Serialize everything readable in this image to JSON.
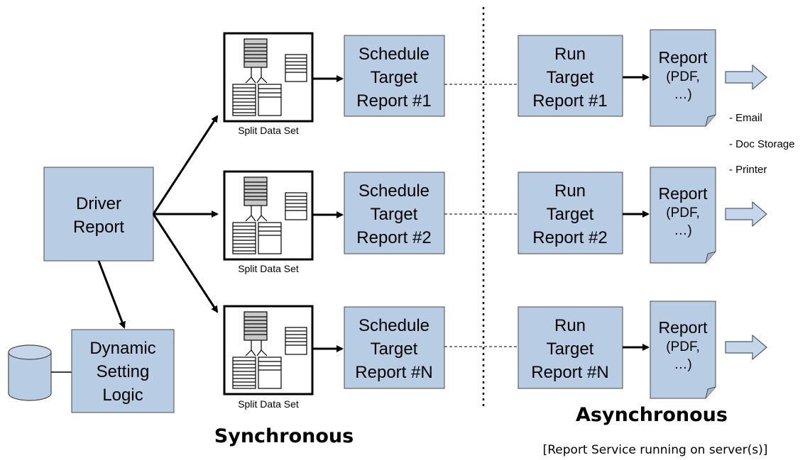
{
  "driver": {
    "line1": "Driver",
    "line2": "Report"
  },
  "dynamic": {
    "line1": "Dynamic",
    "line2": "Setting",
    "line3": "Logic"
  },
  "split_label": "Split Data Set",
  "rows": [
    {
      "schedule": [
        "Schedule",
        "Target",
        "Report #1"
      ],
      "run": [
        "Run",
        "Target",
        "Report #1"
      ]
    },
    {
      "schedule": [
        "Schedule",
        "Target",
        "Report #2"
      ],
      "run": [
        "Run",
        "Target",
        "Report #2"
      ]
    },
    {
      "schedule": [
        "Schedule",
        "Target",
        "Report #N"
      ],
      "run": [
        "Run",
        "Target",
        "Report #N"
      ]
    }
  ],
  "report_doc": {
    "line1": "Report",
    "line2": "(PDF,",
    "line3": "…)"
  },
  "destinations": [
    "- Email",
    "- Doc Storage",
    "- Printer"
  ],
  "phase": {
    "sync": "Synchronous",
    "async": "Asynchronous"
  },
  "note": "[Report Service running on server(s)]",
  "colors": {
    "box_fill": "#b8cce4",
    "box_stroke": "#4a4a4a"
  }
}
